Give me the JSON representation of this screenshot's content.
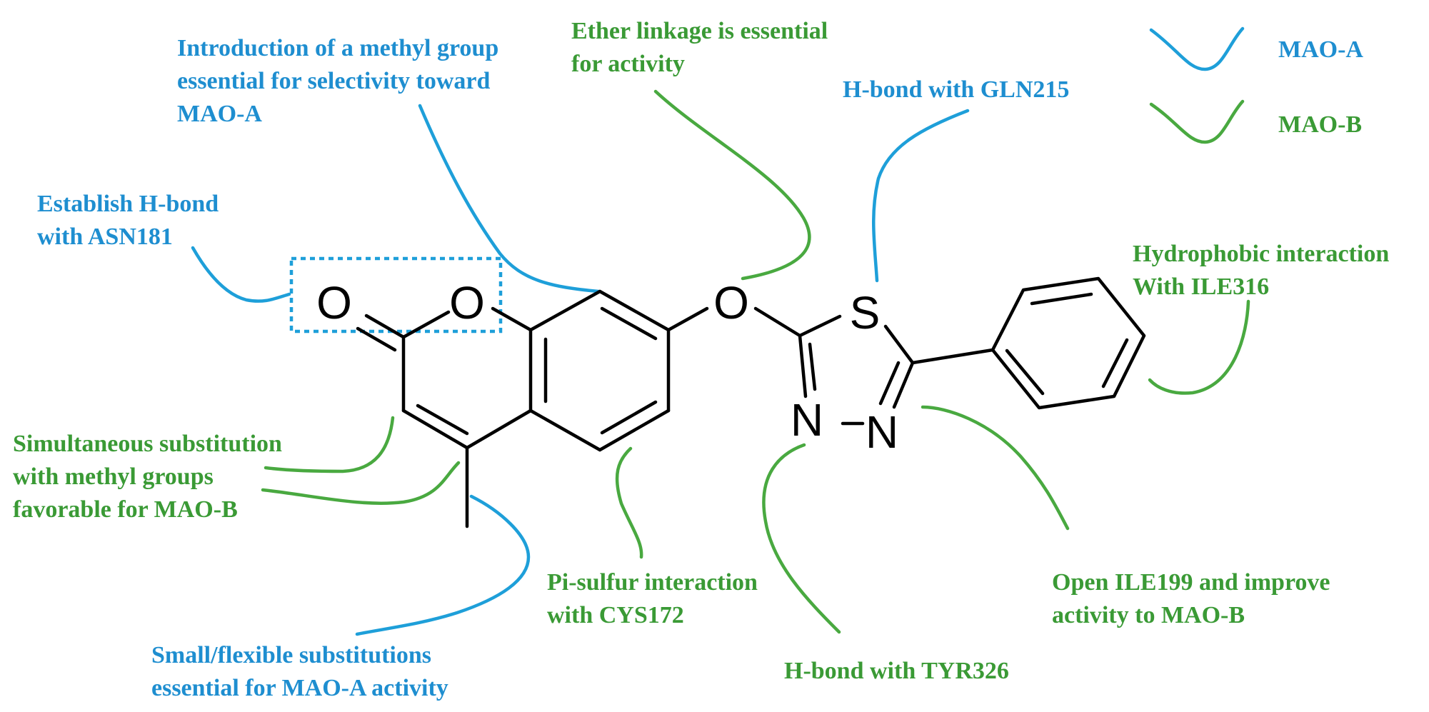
{
  "colors": {
    "mao_a": "#1E9FD9",
    "mao_b": "#49A940",
    "text_a": "#1E8ED0",
    "text_b": "#3A9A35",
    "structure": "#000000"
  },
  "legend": {
    "mao_a": "MAO-A",
    "mao_b": "MAO-B"
  },
  "atoms": {
    "carbonyl_o": "O",
    "ring_o": "O",
    "ether_o": "O",
    "sulfur": "S",
    "nitrogen_1": "N",
    "nitrogen_2": "N"
  },
  "annotations": {
    "methyl_selectivity": [
      "Introduction of a methyl group",
      "essential for selectivity toward",
      "MAO-A"
    ],
    "ether_linkage": [
      "Ether linkage is essential",
      "for activity"
    ],
    "gln215": [
      "H-bond with GLN215"
    ],
    "asn181": [
      "Establish H-bond",
      "with ASN181"
    ],
    "hydrophobic": [
      "Hydrophobic interaction",
      "With ILE316"
    ],
    "simultaneous": [
      "Simultaneous substitution",
      "with methyl groups",
      "favorable for MAO-B"
    ],
    "pi_sulfur": [
      "Pi-sulfur interaction",
      "with CYS172"
    ],
    "ile199": [
      "Open ILE199 and improve",
      "activity to MAO-B"
    ],
    "small_flexible": [
      "Small/flexible substitutions",
      "essential for MAO-A activity"
    ],
    "tyr326": [
      "H-bond with TYR326"
    ]
  }
}
